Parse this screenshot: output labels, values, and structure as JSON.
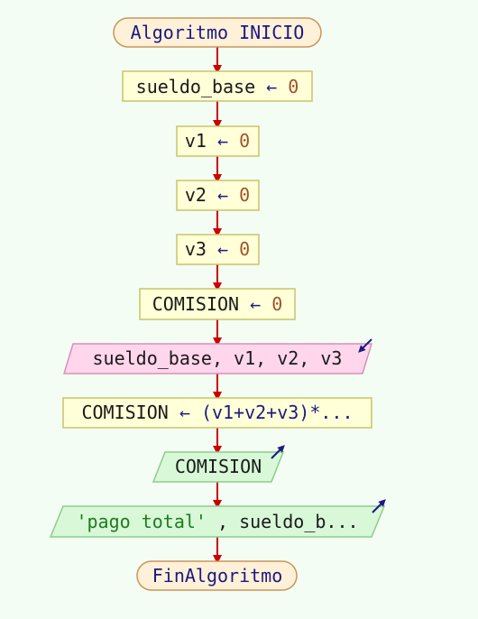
{
  "colors": {
    "background": "#f4fdf4",
    "terminal_fill": "#fff0d8",
    "terminal_stroke": "#c8965a",
    "process_fill": "#ffffd8",
    "process_stroke": "#c9c36a",
    "input_fill": "#ffd6ec",
    "input_stroke": "#d690b8",
    "output_fill": "#d8f8d8",
    "output_stroke": "#8ccd8c",
    "arrow": "#cc0000",
    "io_arrow": "#1a1a80"
  },
  "flow": {
    "start": {
      "text": "Algoritmo INICIO"
    },
    "assign_sueldo": {
      "var": "sueldo_base",
      "op": "←",
      "val": "0"
    },
    "assign_v1": {
      "var": "v1",
      "op": "←",
      "val": "0"
    },
    "assign_v2": {
      "var": "v2",
      "op": "←",
      "val": "0"
    },
    "assign_v3": {
      "var": "v3",
      "op": "←",
      "val": "0"
    },
    "assign_comision": {
      "var": "COMISION",
      "op": "←",
      "val": "0"
    },
    "read": {
      "text": "sueldo_base, v1, v2, v3"
    },
    "compute": {
      "var": "COMISION",
      "op": "←",
      "expr": "(v1+v2+v3)*..."
    },
    "write_comision": {
      "text": "COMISION"
    },
    "write_total": {
      "str": "'pago total'",
      "rest": ", sueldo_b..."
    },
    "end": {
      "text": "FinAlgoritmo"
    }
  }
}
